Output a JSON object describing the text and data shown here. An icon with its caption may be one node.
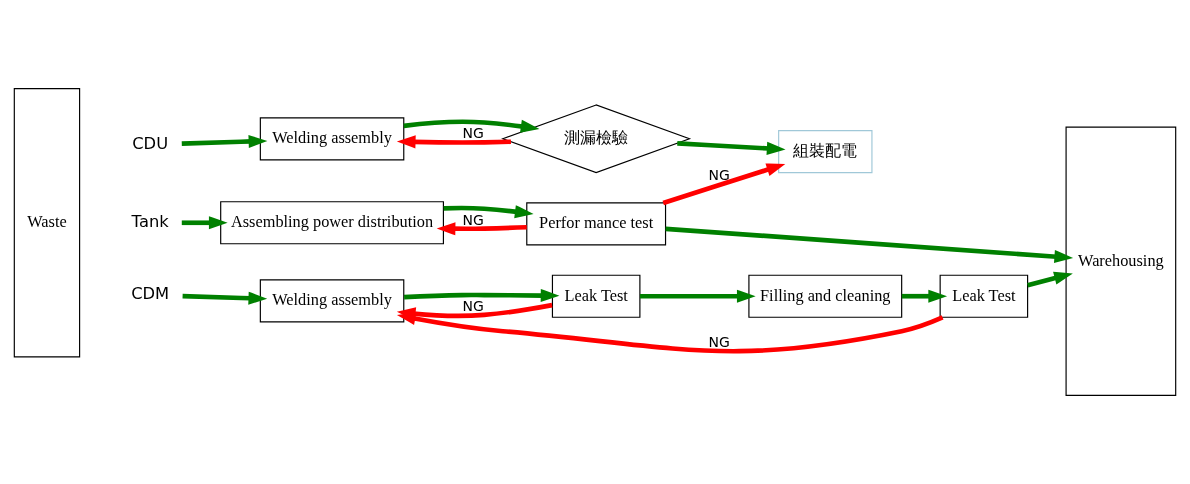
{
  "diagram": {
    "nodes": [
      {
        "text": [
          "Waste"
        ]
      },
      {
        "text": [
          "CDU"
        ]
      },
      {
        "text": [
          "Welding assembly"
        ]
      },
      {
        "text": [
          "測漏檢驗"
        ]
      },
      {
        "text": [
          "組裝配電"
        ]
      },
      {
        "text": [
          "Perfor mance test"
        ]
      },
      {
        "text": [
          "Tank"
        ]
      },
      {
        "text": [
          "Assembling power distribution"
        ]
      },
      {
        "text": [
          "CDM"
        ]
      },
      {
        "text": [
          "Welding assembly"
        ]
      },
      {
        "text": [
          "Leak Test"
        ]
      },
      {
        "text": [
          "Filling and cleaning"
        ]
      },
      {
        "text": [
          "Leak Test"
        ]
      },
      {
        "text": [
          "Warehousing"
        ]
      }
    ],
    "edges": [
      {
        "from": 1,
        "to": 2,
        "arrow": "to"
      },
      {
        "from": 2,
        "to": 3,
        "arrow": "to"
      },
      {
        "from": 3,
        "to": 2,
        "arrow": "to",
        "label": "NG",
        "color": "#ff0000"
      },
      {
        "from": 3,
        "to": 4,
        "arrow": "to"
      },
      {
        "from": 5,
        "to": 4,
        "arrow": "to",
        "label": "NG",
        "color": "#ff0000"
      },
      {
        "from": 7,
        "to": 5,
        "arrow": "to"
      },
      {
        "from": 5,
        "to": 13,
        "arrow": "to"
      },
      {
        "from": 6,
        "to": 7,
        "arrow": "to"
      },
      {
        "from": 5,
        "to": 7,
        "arrow": "to",
        "label": "NG",
        "color": "#ff0000"
      },
      {
        "from": 8,
        "to": 9,
        "arrow": "to"
      },
      {
        "from": 9,
        "to": 10,
        "arrow": "to"
      },
      {
        "from": 10,
        "to": 9,
        "arrow": "to",
        "label": "NG",
        "color": "#ff0000"
      },
      {
        "from": 10,
        "to": 11,
        "arrow": "to"
      },
      {
        "from": 11,
        "to": 12,
        "arrow": "to"
      },
      {
        "from": 12,
        "to": 9,
        "arrow": "to",
        "label": "NG",
        "color": "#ff0000"
      },
      {
        "from": 12,
        "to": 13,
        "arrow": "to"
      }
    ]
  }
}
